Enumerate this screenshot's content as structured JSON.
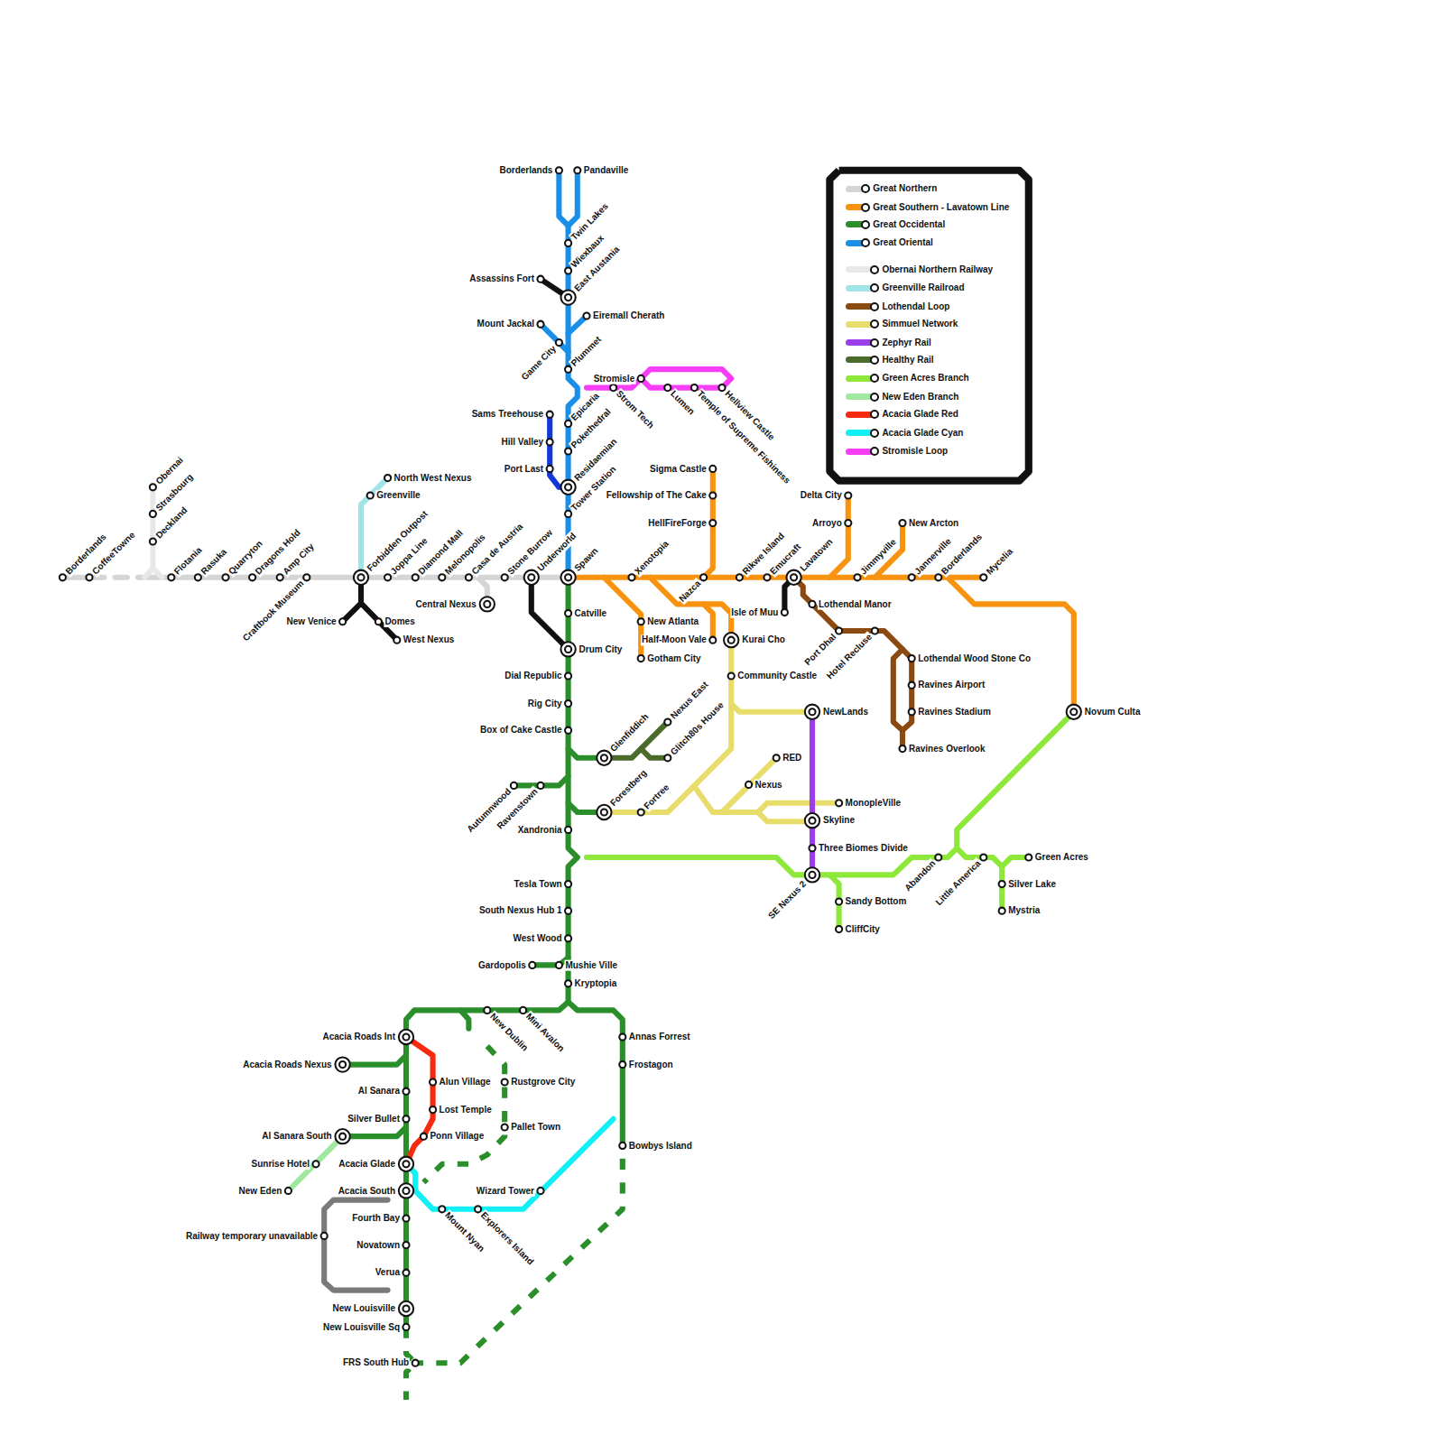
{
  "diagram": {
    "labels": [
      "Borderlands",
      "Pandaville",
      "Twin Lakes",
      "Wiexbaux",
      "East Austania",
      "Assassins Fort",
      "Eiremall Cherath",
      "Mount Jackal",
      "Game City",
      "Plummet",
      "Sams Treehouse",
      "Hill Valley",
      "Port Last",
      "Epicaria",
      "Pokethedral",
      "Residaemian",
      "Tower Station",
      "Spawn",
      "Underworld",
      "Stone Burrow",
      "Stromisle",
      "Strom Tech",
      "Lumen",
      "Temple of Supreme Fishiness",
      "Hellview Castle",
      "Borderlands",
      "CoffeeTowne",
      "Obernai",
      "Strasbourg",
      "Deckland",
      "Flotania",
      "Rasuka",
      "Quarryton",
      "Dragons Hold",
      "Amp City",
      "Craftbook Museum",
      "Forbidden Outpost",
      "Joppa Line",
      "Diamond Mall",
      "Melonopolis",
      "Casa de Austria",
      "Central Nexus",
      "Greenville",
      "North West Nexus",
      "New Venice",
      "Domes",
      "West Nexus",
      "Xenotopia",
      "New Atlanta",
      "Gotham City",
      "Half-Moon Vale",
      "Kurai Cho",
      "Nazca",
      "Sigma Castle",
      "Fellowship of The Cake",
      "HellFireForge",
      "Rikwe Island",
      "Emucraft",
      "Lavatown",
      "Isle of Muu",
      "Delta City",
      "Arroyo",
      "Jimmyville",
      "New Arcton",
      "Jannerville",
      "Borderlands",
      "Mycelia",
      "Novum Culta",
      "Lothendal Manor",
      "Port Dhal",
      "Hotel Recluse",
      "Lothendal Wood Stone Co",
      "Ravines Airport",
      "Ravines Stadium",
      "Ravines Overlook",
      "Community Castle",
      "NewLands",
      "RED",
      "Nexus",
      "MonopleVille",
      "Skyline",
      "Three Biomes Divide",
      "SE Nexus 2",
      "Fortree",
      "Forestberg",
      "Catville",
      "Drum City",
      "Dial Republic",
      "Rig City",
      "Box of Cake Castle",
      "Glenfiddich",
      "Nexus East",
      "Glitch80s House",
      "Ravenstown",
      "Autumnwood",
      "Xandronia",
      "Tesla Town",
      "South Nexus Hub 1",
      "West Wood",
      "Gardopolis",
      "Mushie Ville",
      "Kryptopia",
      "New Dublin",
      "Mini Avalon",
      "Annas Forrest",
      "Frostagon",
      "Bowbys Island",
      "Rustgrove City",
      "Pallet Town",
      "Acacia Roads Int",
      "Acacia Roads Nexus",
      "Al Sanara",
      "Silver Bullet",
      "Al Sanara South",
      "Alun Village",
      "Lost Temple",
      "Ponn Village",
      "Sunrise Hotel",
      "New Eden",
      "Acacia Glade",
      "Acacia South",
      "Fourth Bay",
      "Novatown",
      "Verua",
      "New Louisville",
      "New Louisville Sq",
      "FRS South Hub",
      "Railway temporary unavailable",
      "Mount Nyan",
      "Explorers Island",
      "Wizard Tower",
      "Abandon",
      "Little America",
      "Green Acres",
      "Silver Lake",
      "Mystria",
      "Sandy Bottom",
      "CliffCity"
    ],
    "legend": [
      {
        "text": "Great Northern",
        "color": "#d5d5d5"
      },
      {
        "text": "Great Southern - Lavatown Line",
        "color": "#f7930f"
      },
      {
        "text": "Great Occidental",
        "color": "#2a8f2a"
      },
      {
        "text": "Great Oriental",
        "color": "#1a8fe8"
      },
      {
        "text": "Obernai Northern Railway",
        "color": "#e8e8e8"
      },
      {
        "text": "Greenville Railroad",
        "color": "#a0e4e8"
      },
      {
        "text": "Lothendal Loop",
        "color": "#8b4a0f"
      },
      {
        "text": "Simmuel Network",
        "color": "#e8dd6a"
      },
      {
        "text": "Zephyr Rail",
        "color": "#9b3de8"
      },
      {
        "text": "Healthy Rail",
        "color": "#4a6b2a"
      },
      {
        "text": "Green Acres Branch",
        "color": "#8de83a"
      },
      {
        "text": "New Eden Branch",
        "color": "#a0e8a0"
      },
      {
        "text": "Acacia Glade Red",
        "color": "#f52a0f"
      },
      {
        "text": "Acacia Glade Cyan",
        "color": "#12f0f5"
      },
      {
        "text": "Stromisle Loop",
        "color": "#f53ef5"
      }
    ]
  }
}
